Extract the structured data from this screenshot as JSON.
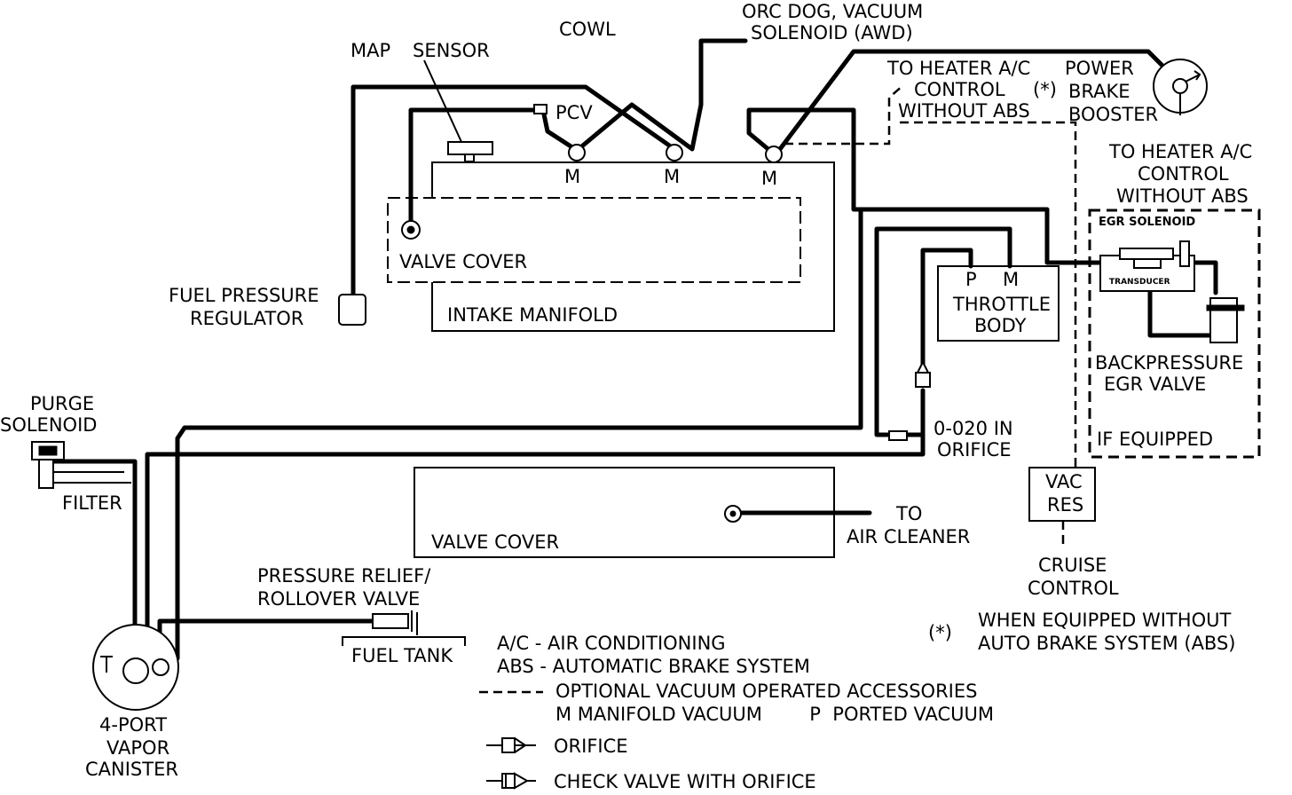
{
  "labels": {
    "map_sensor_1": "MAP",
    "map_sensor_2": "SENSOR",
    "cowl": "COWL",
    "orc_dog_1": "ORC DOG, VACUUM",
    "orc_dog_2": "SOLENOID (AWD)",
    "pcv": "PCV",
    "m1": "M",
    "m2": "M",
    "m3": "M",
    "to_heater_top_1": "TO HEATER A/C",
    "to_heater_top_2": "CONTROL",
    "to_heater_top_3": "WITHOUT ABS",
    "star_top": "(*)",
    "power_brake_1": "POWER",
    "power_brake_2": "BRAKE",
    "power_brake_3": "BOOSTER",
    "to_heater_right_1": "TO HEATER A/C",
    "to_heater_right_2": "CONTROL",
    "to_heater_right_3": "WITHOUT ABS",
    "egr_solenoid": "EGR SOLENOID",
    "transducer": "TRANSDUCER",
    "backpressure_1": "BACKPRESSURE",
    "backpressure_2": "EGR VALVE",
    "if_equipped": "IF EQUIPPED",
    "valve_cover_top": "VALVE COVER",
    "intake_manifold": "INTAKE MANIFOLD",
    "fuel_pressure_1": "FUEL PRESSURE",
    "fuel_pressure_2": "REGULATOR",
    "throttle_p": "P",
    "throttle_m": "M",
    "throttle_1": "THROTTLE",
    "throttle_2": "BODY",
    "purge_1": "PURGE",
    "purge_2": "SOLENOID",
    "filter": "FILTER",
    "orifice_1": "0-020 IN",
    "orifice_2": "ORIFICE",
    "vac_res_1": "VAC",
    "vac_res_2": "RES",
    "valve_cover_bottom": "VALVE COVER",
    "to_air_1": "TO",
    "to_air_2": "AIR CLEANER",
    "cruise_1": "CRUISE",
    "cruise_2": "CONTROL",
    "relief_1": "PRESSURE RELIEF/",
    "relief_2": "ROLLOVER VALVE",
    "fuel_tank": "FUEL TANK",
    "canister_1": "4-PORT",
    "canister_2": "VAPOR",
    "canister_3": "CANISTER"
  },
  "legend": {
    "ac": "A/C - AIR CONDITIONING",
    "abs": "ABS - AUTOMATIC BRAKE SYSTEM",
    "dashed": "OPTIONAL VACUUM OPERATED ACCESSORIES",
    "vacuum_types": "M MANIFOLD VACUUM        P  PORTED VACUUM",
    "orifice": "ORIFICE",
    "check_valve": "CHECK VALVE WITH ORIFICE",
    "star_mark": "(*)",
    "star_note_1": "WHEN EQUIPPED WITHOUT",
    "star_note_2": "AUTO BRAKE SYSTEM (ABS)"
  }
}
